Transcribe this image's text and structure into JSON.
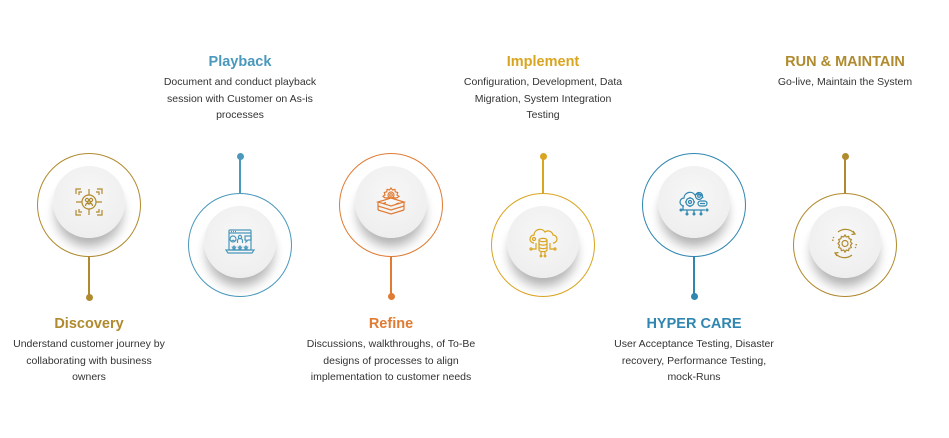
{
  "steps": [
    {
      "id": "discovery",
      "title": "Discovery",
      "description": "Understand customer journey by collaborating with business owners",
      "color": "#B08A2E",
      "icon": "customer-focus-icon",
      "position": "bottom-label"
    },
    {
      "id": "playback",
      "title": "Playback",
      "description": "Document and conduct playback session with Customer on As-is processes",
      "color": "#4A98BC",
      "icon": "laptop-presentation-icon",
      "position": "top-label"
    },
    {
      "id": "refine",
      "title": "Refine",
      "description": "Discussions, walkthroughs, of To-Be designs of processes to align implementation to customer needs",
      "color": "#E07B33",
      "icon": "layers-gear-icon",
      "position": "bottom-label"
    },
    {
      "id": "implement",
      "title": "Implement",
      "description": "Configuration, Development, Data Migration, System Integration Testing",
      "color": "#D9A520",
      "icon": "cloud-database-icon",
      "position": "top-label"
    },
    {
      "id": "hyper-care",
      "title": "HYPER CARE",
      "description": "User Acceptance Testing, Disaster recovery, Performance Testing, mock-Runs",
      "color": "#2F86B0",
      "icon": "cloud-gears-icon",
      "position": "bottom-label"
    },
    {
      "id": "run-maintain",
      "title": "RUN & MAINTAIN",
      "description": "Go-live, Maintain the System",
      "color": "#B08A2E",
      "icon": "gear-cycle-icon",
      "position": "top-label"
    }
  ]
}
